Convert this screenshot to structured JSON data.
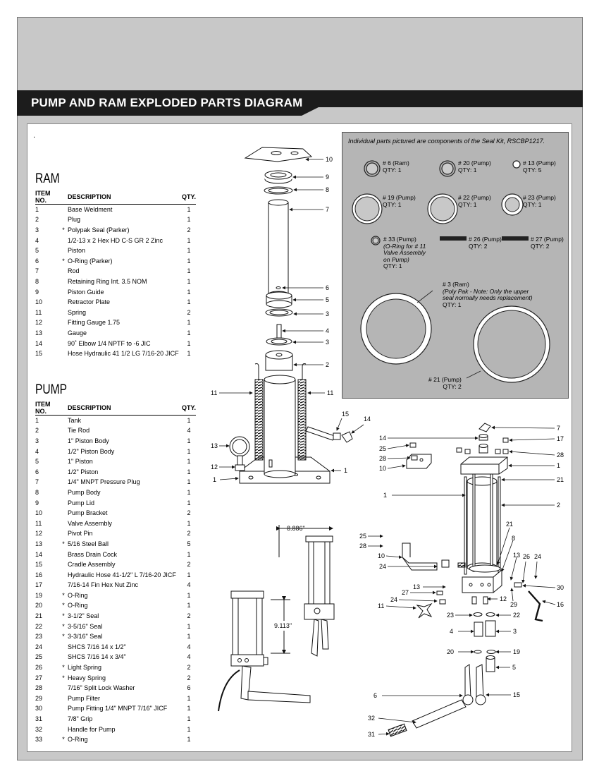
{
  "banner": {
    "title": "PUMP AND RAM EXPLODED PARTS DIAGRAM"
  },
  "inner_mark": ".",
  "ram": {
    "title": "RAM",
    "headers": [
      "ITEM NO.",
      "DESCRIPTION",
      "QTY."
    ],
    "rows": [
      {
        "item": "1",
        "star": "",
        "desc": "Base Weldment",
        "qty": "1"
      },
      {
        "item": "2",
        "star": "",
        "desc": "Plug",
        "qty": "1"
      },
      {
        "item": "3",
        "star": "*",
        "desc": "Polypak Seal (Parker)",
        "qty": "2"
      },
      {
        "item": "4",
        "star": "",
        "desc": "1/2-13 x 2 Hex HD C-S GR 2 Zinc",
        "qty": "1"
      },
      {
        "item": "5",
        "star": "",
        "desc": "Piston",
        "qty": "1"
      },
      {
        "item": "6",
        "star": "*",
        "desc": "O-Ring (Parker)",
        "qty": "1"
      },
      {
        "item": "7",
        "star": "",
        "desc": "Rod",
        "qty": "1"
      },
      {
        "item": "8",
        "star": "",
        "desc": "Retaining Ring Int. 3.5 NOM",
        "qty": "1"
      },
      {
        "item": "9",
        "star": "",
        "desc": "Piston Guide",
        "qty": "1"
      },
      {
        "item": "10",
        "star": "",
        "desc": "Retractor Plate",
        "qty": "1"
      },
      {
        "item": "11",
        "star": "",
        "desc": "Spring",
        "qty": "2"
      },
      {
        "item": "12",
        "star": "",
        "desc": "Fitting Gauge 1.75",
        "qty": "1"
      },
      {
        "item": "13",
        "star": "",
        "desc": "Gauge",
        "qty": "1"
      },
      {
        "item": "14",
        "star": "",
        "desc": "90˚ Elbow 1/4 NPTF to -6 JIC",
        "qty": "1"
      },
      {
        "item": "15",
        "star": "",
        "desc": "Hose Hydraulic 41 1/2 LG 7/16-20 JICF",
        "qty": "1"
      }
    ]
  },
  "pump": {
    "title": "PUMP",
    "headers": [
      "ITEM NO.",
      "DESCRIPTION",
      "QTY."
    ],
    "rows": [
      {
        "item": "1",
        "star": "",
        "desc": "Tank",
        "qty": "1"
      },
      {
        "item": "2",
        "star": "",
        "desc": "Tie Rod",
        "qty": "4"
      },
      {
        "item": "3",
        "star": "",
        "desc": "1\" Piston Body",
        "qty": "1"
      },
      {
        "item": "4",
        "star": "",
        "desc": "1/2\" Piston Body",
        "qty": "1"
      },
      {
        "item": "5",
        "star": "",
        "desc": "1\" Piston",
        "qty": "1"
      },
      {
        "item": "6",
        "star": "",
        "desc": "1/2\" Piston",
        "qty": "1"
      },
      {
        "item": "7",
        "star": "",
        "desc": "1/4\" MNPT Pressure Plug",
        "qty": "1"
      },
      {
        "item": "8",
        "star": "",
        "desc": "Pump Body",
        "qty": "1"
      },
      {
        "item": "9",
        "star": "",
        "desc": "Pump Lid",
        "qty": "1"
      },
      {
        "item": "10",
        "star": "",
        "desc": "Pump Bracket",
        "qty": "2"
      },
      {
        "item": "11",
        "star": "",
        "desc": "Valve Assembly",
        "qty": "1"
      },
      {
        "item": "12",
        "star": "",
        "desc": "Pivot Pin",
        "qty": "2"
      },
      {
        "item": "13",
        "star": "*",
        "desc": "5/16 Steel Ball",
        "qty": "5"
      },
      {
        "item": "14",
        "star": "",
        "desc": "Brass Drain Cock",
        "qty": "1"
      },
      {
        "item": "15",
        "star": "",
        "desc": "Cradle Assembly",
        "qty": "2"
      },
      {
        "item": "16",
        "star": "",
        "desc": "Hydraulic Hose 41-1/2\" L 7/16-20 JICF",
        "qty": "1"
      },
      {
        "item": "17",
        "star": "",
        "desc": "7/16-14 Fin Hex Nut Zinc",
        "qty": "4"
      },
      {
        "item": "19",
        "star": "*",
        "desc": "O-Ring",
        "qty": "1"
      },
      {
        "item": "20",
        "star": "*",
        "desc": "O-Ring",
        "qty": "1"
      },
      {
        "item": "21",
        "star": "*",
        "desc": "3-1/2\" Seal",
        "qty": "2"
      },
      {
        "item": "22",
        "star": "*",
        "desc": "3-5/16\" Seal",
        "qty": "1"
      },
      {
        "item": "23",
        "star": "*",
        "desc": "3-3/16\" Seal",
        "qty": "1"
      },
      {
        "item": "24",
        "star": "",
        "desc": "SHCS 7/16 14 x 1/2\"",
        "qty": "4"
      },
      {
        "item": "25",
        "star": "",
        "desc": "SHCS 7/16 14 x 3/4\"",
        "qty": "4"
      },
      {
        "item": "26",
        "star": "*",
        "desc": "Light Spring",
        "qty": "2"
      },
      {
        "item": "27",
        "star": "*",
        "desc": "Heavy Spring",
        "qty": "2"
      },
      {
        "item": "28",
        "star": "",
        "desc": "7/16\" Split Lock Washer",
        "qty": "6"
      },
      {
        "item": "29",
        "star": "",
        "desc": "Pump Filter",
        "qty": "1"
      },
      {
        "item": "30",
        "star": "",
        "desc": "Pump Fitting 1/4\" MNPT 7/16\" JICF",
        "qty": "1"
      },
      {
        "item": "31",
        "star": "",
        "desc": "7/8\" Grip",
        "qty": "1"
      },
      {
        "item": "32",
        "star": "",
        "desc": "Handle for Pump",
        "qty": "1"
      },
      {
        "item": "33",
        "star": "*",
        "desc": "O-Ring",
        "qty": "1"
      }
    ]
  },
  "seal_kit": {
    "note": "Individual parts pictured are components of the Seal Kit, RSCBP1217.",
    "items": [
      {
        "name": "# 6 (Ram)",
        "qty": "QTY: 1"
      },
      {
        "name": "# 20 (Pump)",
        "qty": "QTY: 1"
      },
      {
        "name": "# 13 (Pump)",
        "qty": "QTY: 5"
      },
      {
        "name": "# 19 (Pump)",
        "qty": "QTY: 1"
      },
      {
        "name": "# 22 (Pump)",
        "qty": "QTY: 1"
      },
      {
        "name": "# 23 (Pump)",
        "qty": "QTY: 1"
      },
      {
        "name": "# 33 (Pump)",
        "qty": "QTY: 1",
        "extra": [
          "(O-Ring for # 11",
          "Valve Assembly",
          "on Pump)"
        ]
      },
      {
        "name": "# 26 (Pump)",
        "qty": "QTY: 2"
      },
      {
        "name": "# 27 (Pump)",
        "qty": "QTY: 2"
      },
      {
        "name": "# 3 (Ram)",
        "qty": "QTY: 1",
        "extra": [
          "(Poly Pak - Note: Only the upper",
          "seal normally needs replacement)"
        ]
      },
      {
        "name": "# 21 (Pump)",
        "qty": "QTY: 2"
      }
    ]
  },
  "dimensions": {
    "width": "8.886\"",
    "height": "9.113\""
  },
  "ram_callouts": [
    "10",
    "9",
    "8",
    "7",
    "6",
    "5",
    "3",
    "4",
    "3",
    "2",
    "11",
    "11",
    "15",
    "14",
    "13",
    "12",
    "1",
    "1"
  ],
  "pump_callouts": [
    "7",
    "14",
    "17",
    "25",
    "28",
    "28",
    "10",
    "1",
    "21",
    "1",
    "2",
    "21",
    "8",
    "25",
    "28",
    "10",
    "24",
    "26",
    "24",
    "13",
    "13",
    "27",
    "30",
    "24",
    "11",
    "12",
    "29",
    "16",
    "23",
    "22",
    "4",
    "3",
    "20",
    "19",
    "5",
    "6",
    "15",
    "32",
    "31"
  ]
}
